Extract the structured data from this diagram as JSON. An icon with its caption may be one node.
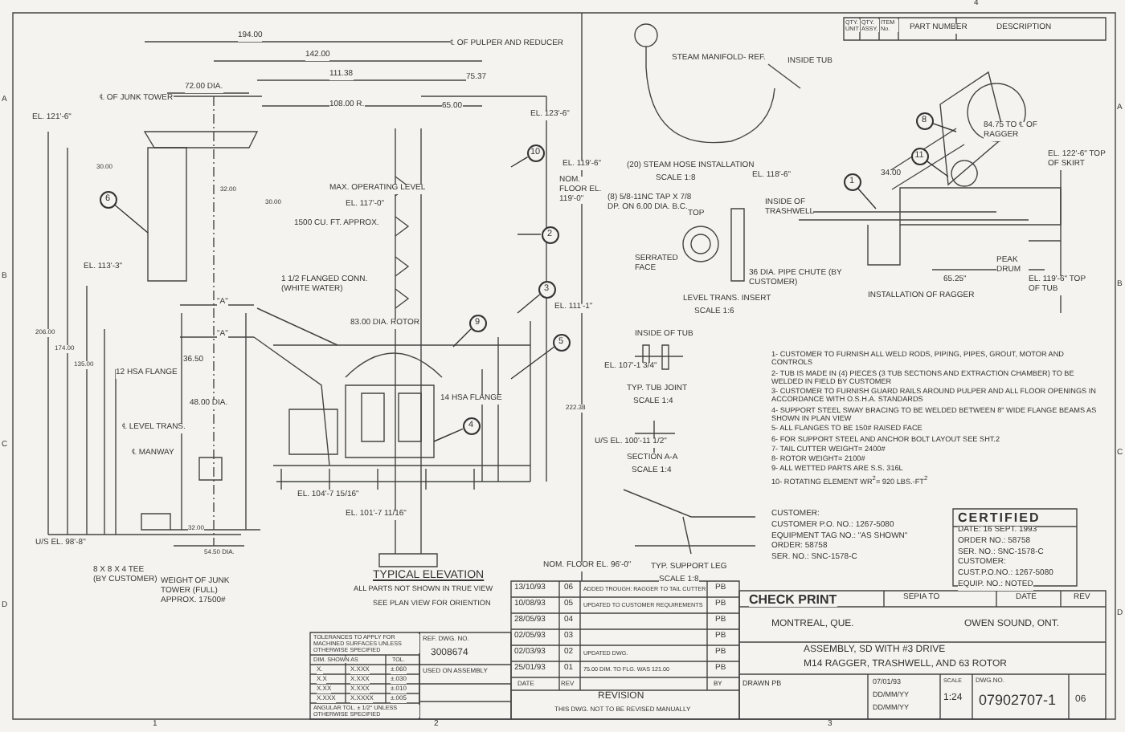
{
  "diagram": {
    "title": "TYPICAL ELEVATION",
    "nodes": [
      {
        "text": [
          "6"
        ]
      },
      {
        "text": [
          "10"
        ]
      },
      {
        "text": [
          "2"
        ]
      },
      {
        "text": [
          "3"
        ]
      },
      {
        "text": [
          "9"
        ]
      },
      {
        "text": [
          "5"
        ]
      },
      {
        "text": [
          "4"
        ]
      },
      {
        "text": [
          "8"
        ]
      },
      {
        "text": [
          "11"
        ]
      },
      {
        "text": [
          "1"
        ]
      }
    ],
    "edges": [
      {
        "from": 0,
        "to": null,
        "arrow": "none"
      },
      {
        "from": 1,
        "to": null,
        "arrow": "none"
      },
      {
        "from": 2,
        "to": null,
        "arrow": "none"
      },
      {
        "from": 3,
        "to": null,
        "arrow": "none"
      },
      {
        "from": 4,
        "to": null,
        "arrow": "none"
      },
      {
        "from": 5,
        "to": null,
        "arrow": "none"
      },
      {
        "from": 6,
        "to": null,
        "arrow": "none"
      },
      {
        "from": 7,
        "to": null,
        "arrow": "none"
      },
      {
        "from": 8,
        "to": null,
        "arrow": "none"
      },
      {
        "from": 9,
        "to": null,
        "arrow": "none"
      }
    ],
    "labels": [
      "4",
      "A",
      "A",
      "B",
      "B",
      "C",
      "C",
      "D",
      "D",
      "1",
      "2",
      "3",
      "194.00",
      "142.00",
      "111.38",
      "72.00 DIA.",
      "℄ OF JUNK TOWER",
      "108.00 R.",
      "EL. 121'-6\"",
      "30.00",
      "32.00",
      "30.00",
      "MAX. OPERATING LEVEL",
      "EL. 117'-0\"",
      "1500 CU. FT. APPROX.",
      "1 1/2 FLANGED CONN. (WHITE WATER)",
      "EL. 113'-3\"",
      "\"A\"",
      "\"A\"",
      "12 HSA FLANGE",
      "36.50",
      "48.00 DIA.",
      "℄ LEVEL TRANS.",
      "℄ MANWAY",
      "206.00",
      "174.00",
      "135.00",
      "U/S EL. 98'-8\"",
      "32.00",
      "54.50 DIA.",
      "8 X 8 X 4 TEE (BY CUSTOMER)",
      "WEIGHT OF JUNK TOWER (FULL) APPROX. 17500#",
      "℄ OF PULPER AND REDUCER",
      "75.37",
      "65.00",
      "EL. 123'-6\"",
      "EL. 119'-6\"",
      "NOM. FLOOR EL. 119'-0\"",
      "83.00 DIA. ROTOR",
      "EL. 111'-1\"",
      "14 HSA FLANGE",
      "EL. 107'-1 3/4\"",
      "EL. 104'-7 15/16\"",
      "U/S EL. 100'-11 1/2\"",
      "EL. 101'-7 11/16\"",
      "222.38",
      "NOM. FLOOR EL. 96'-0\"",
      "ALL PARTS NOT SHOWN IN TRUE VIEW",
      "SEE PLAN VIEW FOR ORIENTION",
      "STEAM MANIFOLD- REF.",
      "INSIDE TUB",
      "(20) STEAM HOSE INSTALLATION",
      "SCALE 1:8",
      "(8) 5/8-11NC TAP X 7/8 DP. ON 6.00 DIA. B.C.",
      "TOP",
      "SERRATED FACE",
      "LEVEL TRANS. INSERT",
      "SCALE 1:6",
      "INSIDE OF TUB",
      "TYP. TUB JOINT",
      "SCALE 1:4",
      "SECTION A-A",
      "SCALE 1:4",
      "TYP. SUPPORT LEG",
      "SCALE 1:8",
      "QTY. UNIT",
      "QTY. ASSY.",
      "ITEM No.",
      "PART NUMBER",
      "DESCRIPTION",
      "84.75 TO ℄ OF RAGGER",
      "EL. 122'-6\" TOP OF SKIRT",
      "EL. 118'-6\"",
      "34.00",
      "INSIDE OF TRASHWELL",
      "36 DIA. PIPE CHUTE (BY CUSTOMER)",
      "65.25\"",
      "PEAK DRUM",
      "EL. 119'-6\" TOP OF TUB",
      "INSTALLATION OF RAGGER",
      "1- CUSTOMER TO FURNISH ALL WELD RODS, PIPING, PIPES, GROUT, MOTOR AND CONTROLS",
      "2- TUB IS MADE IN (4) PIECES (3 TUB SECTIONS AND EXTRACTION CHAMBER) TO BE WELDED IN FIELD BY CUSTOMER",
      "3- CUSTOMER TO FURNISH GUARD RAILS AROUND PULPER AND ALL FLOOR OPENINGS IN ACCORDANCE WITH O.S.H.A. STANDARDS",
      "4- SUPPORT STEEL SWAY BRACING TO BE WELDED BETWEEN 8\" WIDE FLANGE BEAMS AS SHOWN IN PLAN VIEW",
      "5- ALL FLANGES TO BE 150# RAISED FACE",
      "6- FOR SUPPORT STEEL AND ANCHOR BOLT LAYOUT SEE SHT.2",
      "7- TAIL CUTTER WEIGHT= 2400#",
      "8- ROTOR WEIGHT= 2100#",
      "9- ALL WETTED PARTS ARE S.S. 316L",
      "10- ROTATING ELEMENT WR$^{2}$= 920 LBS.-FT$^{2}$",
      "CUSTOMER:",
      "CUSTOMER P.O. NO.: 1267-5080",
      "EQUIPMENT TAG NO.: \"AS SHOWN\"",
      "ORDER: 58758",
      "SER. NO.: SNC-1578-C",
      "CERTIFIED",
      "DATE: 16 SEPT. 1993",
      "ORDER NO.: 58758",
      "SER. NO.: SNC-1578-C",
      "CUSTOMER:",
      "CUST.P.O.NO.: 1267-5080",
      "EQUIP. NO.: NOTED",
      "TOLERANCES TO APPLY FOR MACHINED SURFACES UNLESS OTHERWISE SPECIFIED",
      "DIM. SHOWN AS",
      "TOL.",
      "X.",
      "X.XXX",
      "±.060",
      "X.X",
      "X.XXX",
      "±.030",
      "X.XX",
      "X.XXX",
      "±.010",
      "X.XXX",
      "X.XXXX",
      "±.005",
      "ANGULAR TOL. ± 1/2° UNLESS OTHERWISE SPECIFIED",
      "REF. DWG. NO.",
      "3008674",
      "USED ON ASSEMBLY",
      "13/10/93",
      "06",
      "ADDED TROUGH: RAGGER TO TAIL CUTTER",
      "PB",
      "10/08/93",
      "05",
      "UPDATED TO CUSTOMER REQUIREMENTS",
      "PB",
      "28/05/93",
      "04",
      "PB",
      "02/05/93",
      "03",
      "PB",
      "02/03/93",
      "02",
      "UPDATED DWG.",
      "PB",
      "25/01/93",
      "01",
      "75.00 DIM. TO FLG. WAS 121.00",
      "PB",
      "DATE",
      "REV",
      "BY",
      "REVISION",
      "THIS DWG. NOT TO BE REVISED MANUALLY",
      "CHECK PRINT",
      "SEPIA TO",
      "DATE",
      "REV",
      "MONTREAL, QUE.",
      "OWEN SOUND, ONT.",
      "ASSEMBLY, SD WITH #3 DRIVE",
      "M14 RAGGER, TRASHWELL, AND 63 ROTOR",
      "DRAWN PB",
      "07/01/93",
      "DD/MM/YY",
      "DD/MM/YY",
      "SCALE",
      "1:24",
      "DWG.NO.",
      "07902707-1",
      "06"
    ]
  }
}
